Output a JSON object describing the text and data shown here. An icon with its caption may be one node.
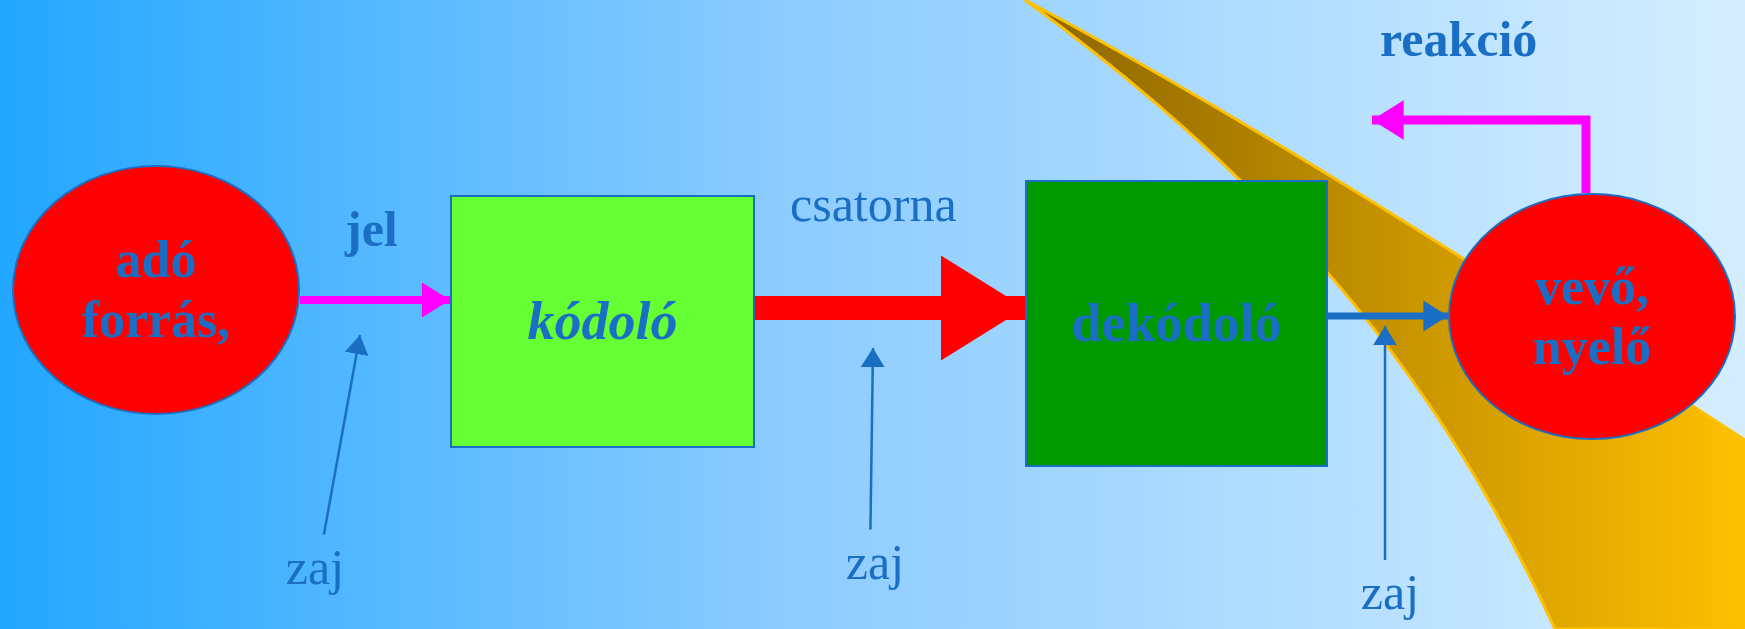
{
  "diagram": {
    "nodes": [
      {
        "text": [
          "adó forrás,"
        ]
      },
      {
        "text": [
          "kódoló"
        ]
      },
      {
        "text": [
          "dekódoló"
        ]
      },
      {
        "text": [
          "vevő, nyelő"
        ]
      },
      {
        "text": [
          "zaj"
        ]
      },
      {
        "text": [
          "zaj"
        ]
      },
      {
        "text": [
          "zaj"
        ]
      }
    ],
    "edges": [
      {
        "from": 0,
        "to": 1,
        "arrow": "to",
        "label": "jel",
        "color": "#ff00ff"
      },
      {
        "from": 1,
        "to": 2,
        "arrow": "to",
        "label": "csatorna",
        "style": "thick",
        "color": "#ff0000"
      },
      {
        "from": 2,
        "to": 3,
        "arrow": "to"
      },
      {
        "from": 3,
        "to": null,
        "arrow": "to",
        "label": "reakció",
        "color": "#ff00ff"
      },
      {
        "from": 4,
        "to": null,
        "arrow": "to"
      },
      {
        "from": 5,
        "to": null,
        "arrow": "to"
      },
      {
        "from": 6,
        "to": null,
        "arrow": "to"
      }
    ]
  }
}
